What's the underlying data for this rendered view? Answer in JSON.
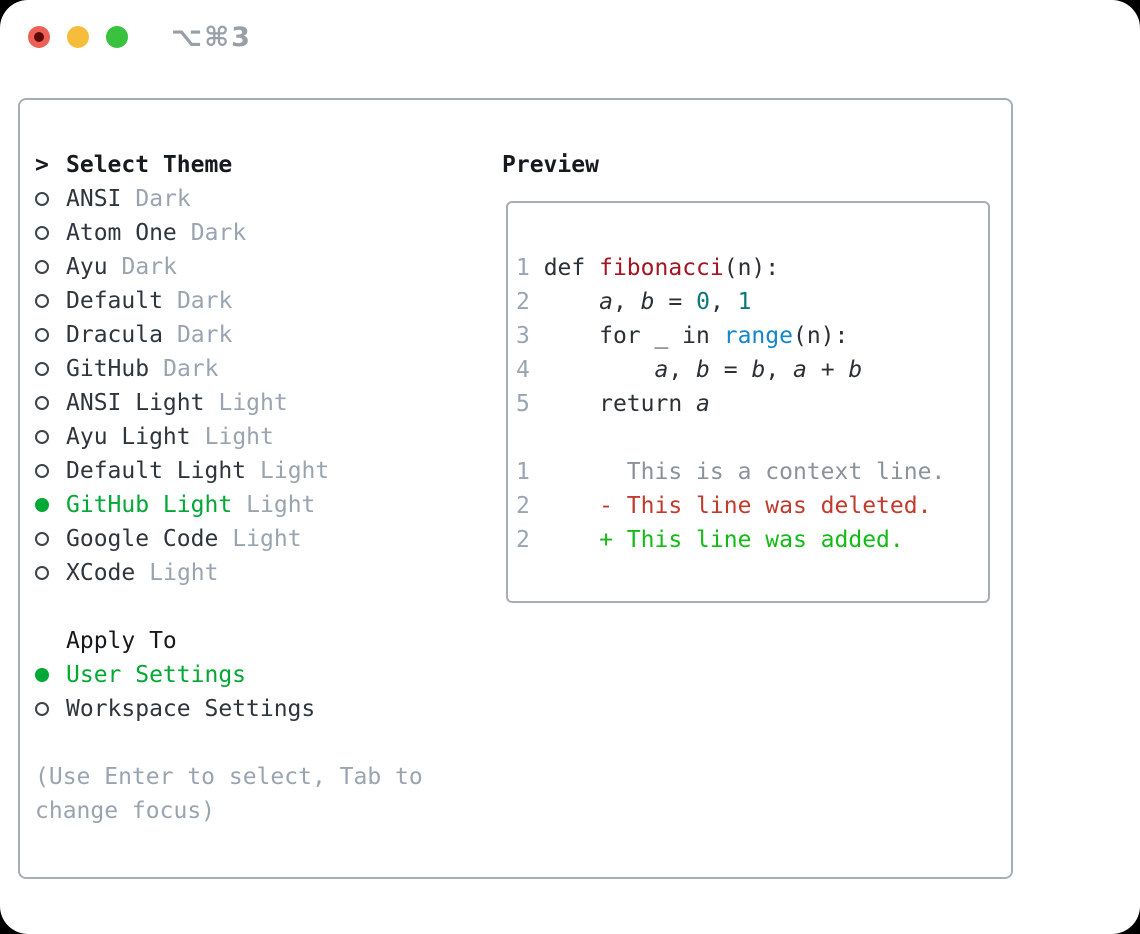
{
  "window": {
    "title": "⌥⌘3"
  },
  "traffic_lights": {
    "close_color": "#ee6056",
    "close_dot_color": "#5a0b06",
    "minimize_color": "#f5bd39",
    "zoom_color": "#38c23d"
  },
  "colors": {
    "panel_border": "#a7aeb8",
    "titlebar_text": "#999fa7",
    "header_text": "#16191d",
    "item_text": "#2f353c",
    "muted_gray": "#9aa4b1",
    "selected_green": "#00a835",
    "circle_outline": "#3e444c",
    "code_default": "#2b3036",
    "function_red": "#a31621",
    "builtin_blue": "#1287cb",
    "number_teal": "#0f767e",
    "line_number_gray": "#9aa5b4",
    "context_gray": "#8b929b",
    "removed_red": "#c23a2c",
    "added_green": "#13bb17"
  },
  "theme_panel": {
    "prompt": ">",
    "title": "Select Theme",
    "themes": [
      {
        "name": "ANSI",
        "variant": "Dark",
        "selected": false
      },
      {
        "name": "Atom One",
        "variant": "Dark",
        "selected": false
      },
      {
        "name": "Ayu",
        "variant": "Dark",
        "selected": false
      },
      {
        "name": "Default",
        "variant": "Dark",
        "selected": false
      },
      {
        "name": "Dracula",
        "variant": "Dark",
        "selected": false
      },
      {
        "name": "GitHub",
        "variant": "Dark",
        "selected": false
      },
      {
        "name": "ANSI Light",
        "variant": "Light",
        "selected": false
      },
      {
        "name": "Ayu Light",
        "variant": "Light",
        "selected": false
      },
      {
        "name": "Default Light",
        "variant": "Light",
        "selected": false
      },
      {
        "name": "GitHub Light",
        "variant": "Light",
        "selected": true
      },
      {
        "name": "Google Code",
        "variant": "Light",
        "selected": false
      },
      {
        "name": "XCode",
        "variant": "Light",
        "selected": false
      }
    ],
    "apply_to": {
      "title": "Apply To",
      "options": [
        {
          "name": "User Settings",
          "selected": true
        },
        {
          "name": "Workspace Settings",
          "selected": false
        }
      ]
    },
    "hint_lines": [
      "(Use Enter to select, Tab to",
      "change focus)"
    ]
  },
  "preview": {
    "title": "Preview",
    "code_lines": [
      {
        "num": "1",
        "tokens": [
          {
            "t": " def ",
            "c": "default"
          },
          {
            "t": "fibonacci",
            "c": "func"
          },
          {
            "t": "(n):",
            "c": "default"
          }
        ]
      },
      {
        "num": "2",
        "tokens": [
          {
            "t": "     ",
            "c": "default"
          },
          {
            "t": "a",
            "c": "var"
          },
          {
            "t": ", ",
            "c": "default"
          },
          {
            "t": "b",
            "c": "var"
          },
          {
            "t": " = ",
            "c": "default"
          },
          {
            "t": "0",
            "c": "num"
          },
          {
            "t": ", ",
            "c": "default"
          },
          {
            "t": "1",
            "c": "num"
          }
        ]
      },
      {
        "num": "3",
        "tokens": [
          {
            "t": "     for _ in ",
            "c": "default"
          },
          {
            "t": "range",
            "c": "builtin"
          },
          {
            "t": "(n):",
            "c": "default"
          }
        ]
      },
      {
        "num": "4",
        "tokens": [
          {
            "t": "         ",
            "c": "default"
          },
          {
            "t": "a",
            "c": "var"
          },
          {
            "t": ", ",
            "c": "default"
          },
          {
            "t": "b",
            "c": "var"
          },
          {
            "t": " = ",
            "c": "default"
          },
          {
            "t": "b",
            "c": "var"
          },
          {
            "t": ", ",
            "c": "default"
          },
          {
            "t": "a",
            "c": "var"
          },
          {
            "t": " + ",
            "c": "default"
          },
          {
            "t": "b",
            "c": "var"
          }
        ]
      },
      {
        "num": "5",
        "tokens": [
          {
            "t": "     return ",
            "c": "default"
          },
          {
            "t": "a",
            "c": "var"
          }
        ]
      }
    ],
    "diff_lines": [
      {
        "num": "1",
        "tokens": [
          {
            "t": "       This is a context line.",
            "c": "context"
          }
        ]
      },
      {
        "num": "2",
        "tokens": [
          {
            "t": "     ",
            "c": "default"
          },
          {
            "t": "- This line was deleted.",
            "c": "removed"
          }
        ]
      },
      {
        "num": "2",
        "tokens": [
          {
            "t": "     ",
            "c": "default"
          },
          {
            "t": "+ This line was added.",
            "c": "added"
          }
        ]
      }
    ]
  }
}
